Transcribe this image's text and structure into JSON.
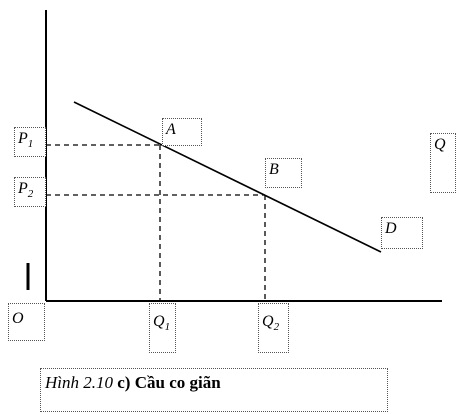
{
  "diagram": {
    "labels": {
      "p1": "P1",
      "p2": "P2",
      "a": "A",
      "b": "B",
      "d": "D",
      "q": "Q",
      "o": "O",
      "q1": "Q1",
      "q2": "Q2"
    },
    "caption": {
      "figure": "Hình 2.10",
      "text": "c) Cầu co giãn"
    }
  }
}
